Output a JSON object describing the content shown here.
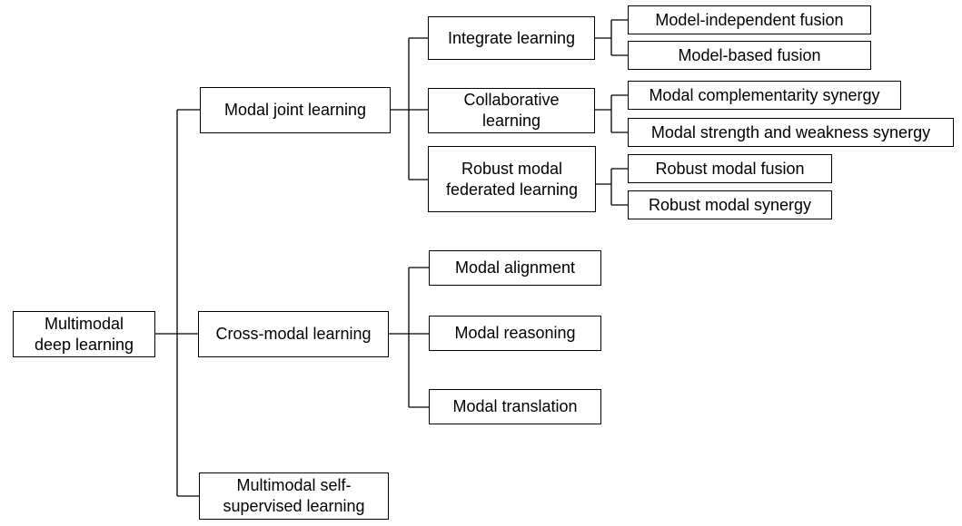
{
  "diagram": {
    "colors": {
      "line": "#000000",
      "box_border": "#000000",
      "box_fill": "#ffffff",
      "text": "#000000"
    },
    "root": {
      "line1": "Multimodal",
      "line2": "deep learning"
    },
    "joint": {
      "label": "Modal joint learning",
      "integrate": "Integrate learning",
      "model_independent": "Model-independent fusion",
      "model_based": "Model-based fusion",
      "collab_line1": "Collaborative",
      "collab_line2": "learning",
      "complementarity": "Modal complementarity synergy",
      "strength_weakness": "Modal strength and weakness synergy",
      "robust_line1": "Robust modal",
      "robust_line2": "federated learning",
      "robust_fusion": "Robust modal fusion",
      "robust_synergy": "Robust modal synergy"
    },
    "cross": {
      "label": "Cross-modal learning",
      "alignment": "Modal alignment",
      "reasoning": "Modal reasoning",
      "translation": "Modal translation"
    },
    "self_supervised": {
      "line1": "Multimodal self-",
      "line2": "supervised learning"
    }
  }
}
